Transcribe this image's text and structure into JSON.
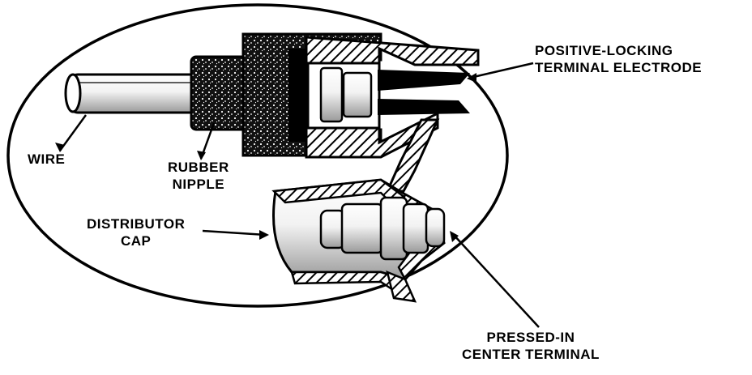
{
  "labels": {
    "positive_locking": [
      "POSITIVE-LOCKING",
      "TERMINAL ELECTRODE"
    ],
    "wire": "WIRE",
    "rubber_nipple": [
      "RUBBER",
      "NIPPLE"
    ],
    "distributor_cap": [
      "DISTRIBUTOR",
      "CAP"
    ],
    "pressed_in": [
      "PRESSED-IN",
      "CENTER TERMINAL"
    ]
  },
  "colors": {
    "ink": "#000000",
    "paper": "#ffffff",
    "shade": "#d8d8d8"
  }
}
